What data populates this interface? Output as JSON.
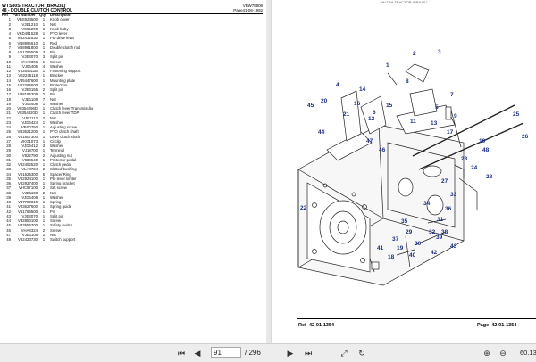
{
  "left_page": {
    "title": "WTS80S TRACTOR (BRAZIL)",
    "code": "VBW78808",
    "section": "48 - DOUBLE CLUTCH CONTROL",
    "page_info": "Page41-06-1992",
    "columns": {
      "ref": "Ref",
      "part_no": "Part Number",
      "qty": "Qty",
      "desc": "Description"
    },
    "rows": [
      {
        "ref": "1",
        "pn": "VBS924500",
        "qty": "1",
        "desc": "Knob cover"
      },
      {
        "ref": "2",
        "pn": "VJE1210",
        "qty": "1",
        "desc": "Nut"
      },
      {
        "ref": "3",
        "pn": "VS85290",
        "qty": "1",
        "desc": "Knob baby"
      },
      {
        "ref": "4",
        "pn": "VKD491528",
        "qty": "1",
        "desc": "PTO lever"
      },
      {
        "ref": "5",
        "pn": "VB2432530",
        "qty": "1",
        "desc": "Pto drive lever"
      },
      {
        "ref": "6",
        "pn": "VB8994610",
        "qty": "1",
        "desc": "Rod"
      },
      {
        "ref": "7",
        "pn": "VB8981800",
        "qty": "1",
        "desc": "Double clutch rod"
      },
      {
        "ref": "8",
        "pn": "V61766509",
        "qty": "3",
        "desc": "Pin"
      },
      {
        "ref": "9",
        "pn": "VJE3070",
        "qty": "3",
        "desc": "Split pin"
      },
      {
        "ref": "10",
        "pn": "VHA0306",
        "qty": "1",
        "desc": "Screw"
      },
      {
        "ref": "11",
        "pn": "VJ06405",
        "qty": "4",
        "desc": "Washer"
      },
      {
        "ref": "12",
        "pn": "V6354611B",
        "qty": "1",
        "desc": "Fastening support"
      },
      {
        "ref": "13",
        "pn": "V62245118",
        "qty": "1",
        "desc": "Bracket"
      },
      {
        "ref": "14",
        "pn": "V85447600",
        "qty": "1",
        "desc": "Mounting plate"
      },
      {
        "ref": "15",
        "pn": "V62265600",
        "qty": "1",
        "desc": "Protection"
      },
      {
        "ref": "16",
        "pn": "VJE3155",
        "qty": "2",
        "desc": "Split pin"
      },
      {
        "ref": "17",
        "pn": "V38185309",
        "qty": "2",
        "desc": "Pin"
      },
      {
        "ref": "18",
        "pn": "VJE1108",
        "qty": "7",
        "desc": "Nut"
      },
      {
        "ref": "19",
        "pn": "VJ06408",
        "qty": "1",
        "desc": "Washer"
      },
      {
        "ref": "20",
        "pn": "V8354296D",
        "qty": "1",
        "desc": "Clutch lever Transmissão"
      },
      {
        "ref": "21",
        "pn": "V8354320D",
        "qty": "1",
        "desc": "Clutch lever TDP"
      },
      {
        "ref": "22",
        "pn": "VJE1112",
        "qty": "2",
        "desc": "Nut"
      },
      {
        "ref": "23",
        "pn": "VJD6424",
        "qty": "1",
        "desc": "Washer"
      },
      {
        "ref": "24",
        "pn": "VBS0750",
        "qty": "1",
        "desc": "Adjusting screw"
      },
      {
        "ref": "25",
        "pn": "VB3621200",
        "qty": "1",
        "desc": "PTO clutch shaft"
      },
      {
        "ref": "26",
        "pn": "V61807300",
        "qty": "1",
        "desc": "Drive clutch shaft"
      },
      {
        "ref": "27",
        "pn": "VKG1073",
        "qty": "1",
        "desc": "Circlip"
      },
      {
        "ref": "28",
        "pn": "VJD6412",
        "qty": "3",
        "desc": "Washer"
      },
      {
        "ref": "29",
        "pn": "VJ18700",
        "qty": "1",
        "desc": "Terminal"
      },
      {
        "ref": "30",
        "pn": "V822790",
        "qty": "2",
        "desc": "Adjusting nut"
      },
      {
        "ref": "31",
        "pn": "V884540",
        "qty": "1",
        "desc": "Protector pedal"
      },
      {
        "ref": "32",
        "pn": "V82402520",
        "qty": "1",
        "desc": "Clutch pedal"
      },
      {
        "ref": "33",
        "pn": "VLA8724",
        "qty": "2",
        "desc": "Slotted bushing"
      },
      {
        "ref": "34",
        "pn": "V61625300",
        "qty": "5",
        "desc": "Spacer Ring"
      },
      {
        "ref": "35",
        "pn": "V82924100",
        "qty": "1",
        "desc": "Pto lever limiter"
      },
      {
        "ref": "36",
        "pn": "V82927400",
        "qty": "1",
        "desc": "Spring bracket"
      },
      {
        "ref": "37",
        "pn": "VHC57100",
        "qty": "2",
        "desc": "Set screw"
      },
      {
        "ref": "38",
        "pn": "VJE1108",
        "qty": "2",
        "desc": "Nut"
      },
      {
        "ref": "39",
        "pn": "VJD6408",
        "qty": "1",
        "desc": "Washer"
      },
      {
        "ref": "40",
        "pn": "V37709810",
        "qty": "1",
        "desc": "Spring"
      },
      {
        "ref": "41",
        "pn": "V83627600",
        "qty": "1",
        "desc": "Spring guide"
      },
      {
        "ref": "42",
        "pn": "V61766500",
        "qty": "1",
        "desc": "Pin"
      },
      {
        "ref": "43",
        "pn": "VJE3070",
        "qty": "1",
        "desc": "Split pin"
      },
      {
        "ref": "44",
        "pn": "V32850100",
        "qty": "1",
        "desc": "Screw"
      },
      {
        "ref": "45",
        "pn": "V33556700",
        "qty": "1",
        "desc": "Safety switch"
      },
      {
        "ref": "46",
        "pn": "VHA8324",
        "qty": "2",
        "desc": "Screw"
      },
      {
        "ref": "47",
        "pn": "VJE1108",
        "qty": "2",
        "desc": "Nut"
      },
      {
        "ref": "48",
        "pn": "V82423730",
        "qty": "1",
        "desc": "Switch support"
      }
    ]
  },
  "right_page": {
    "top_cut_text": "VALTRA TRACTOR (BRAZIL)",
    "footer_ref_label": "Ref",
    "footer_ref": "42-01-1354",
    "footer_page_label": "Page",
    "footer_page": "42-01-1354",
    "callouts": [
      "1",
      "2",
      "3",
      "4",
      "5",
      "6",
      "7",
      "8",
      "9",
      "10",
      "11",
      "12",
      "13",
      "14",
      "15",
      "16",
      "17",
      "18",
      "19",
      "20",
      "21",
      "22",
      "23",
      "24",
      "25",
      "26",
      "27",
      "28",
      "29",
      "30",
      "31",
      "32",
      "33",
      "34",
      "35",
      "36",
      "37",
      "38",
      "39",
      "40",
      "41",
      "42",
      "43",
      "44",
      "45",
      "46",
      "47",
      "48"
    ],
    "callout_color": "#1a2e8c"
  },
  "toolbar": {
    "current_page": "91",
    "total_pages": "/ 296",
    "zoom": "60.13",
    "icons": [
      "first-page-icon",
      "prev-page-icon",
      "next-page-icon",
      "last-page-icon",
      "fit-page-icon",
      "rotate-icon",
      "zoom-in-icon"
    ]
  }
}
